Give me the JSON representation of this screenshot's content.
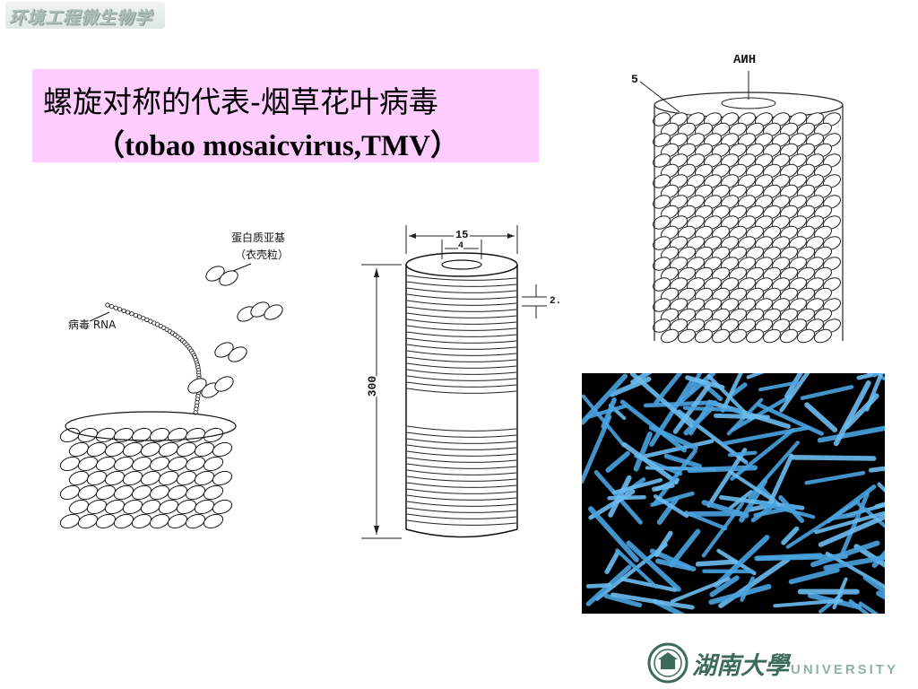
{
  "course_logo": "环境工程微生物学",
  "title": {
    "line1": "螺旋对称的代表-烟草花叶病毒",
    "line2": "（tobao mosaicvirus,TMV）"
  },
  "diagram_left": {
    "label_protein": "蛋白质亚基",
    "label_capsomere": "（衣壳粒）",
    "label_rna": "病毒 RNA"
  },
  "diagram_middle": {
    "dim_top": "15",
    "dim_inner": "4",
    "dim_height": "300",
    "dim_pitch": "2."
  },
  "diagram_right": {
    "label_top": "AИH",
    "label_side": "5"
  },
  "footer": {
    "university_cn": "湖南大學",
    "university_en": "UNIVERSITY"
  },
  "colors": {
    "title_bg": "#ffccff",
    "micrograph_rods": "#4aa3e0",
    "micrograph_bg": "#000000"
  }
}
